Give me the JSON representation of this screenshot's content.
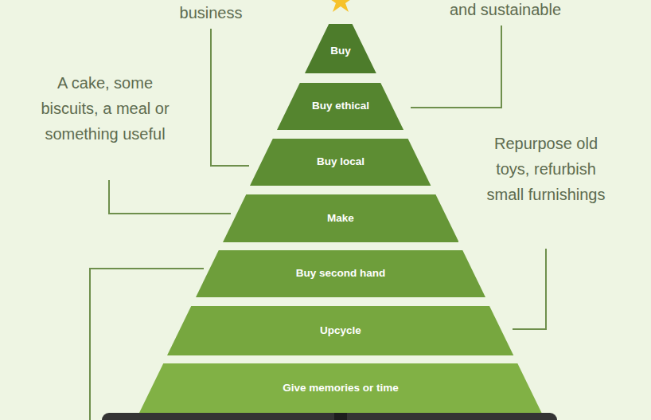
{
  "diagram": {
    "nodes": [
      {
        "text": [
          "Buy"
        ]
      },
      {
        "text": [
          "Buy ethical"
        ]
      },
      {
        "text": [
          "Buy local"
        ]
      },
      {
        "text": [
          "Make"
        ]
      },
      {
        "text": [
          "Buy second hand"
        ]
      },
      {
        "text": [
          "Upcycle"
        ]
      },
      {
        "text": [
          "Give memories or time"
        ]
      }
    ],
    "labels": [
      "business",
      "and sustainable",
      "A cake, some biscuits, a meal or something useful",
      "Repurpose old toys, refurbish small furnishings"
    ]
  }
}
